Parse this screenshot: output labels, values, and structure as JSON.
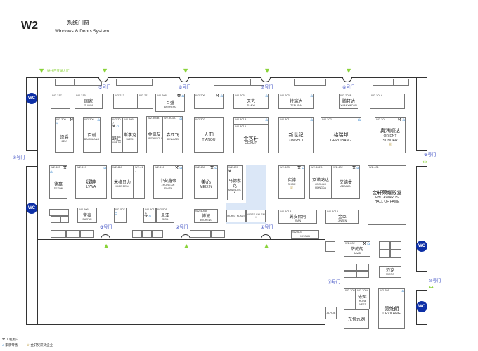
{
  "header": {
    "hall": "W2",
    "title_cn": "系统门窗",
    "title_en": "Windows & Doors System"
  },
  "entrance_note": "通往西登录大厅",
  "wc_label": "WC",
  "doors": [
    "①号门",
    "②号门",
    "③号门",
    "④号门",
    "⑤号门",
    "⑥号门",
    "⑦号门",
    "⑧号门",
    "⑨号门",
    "⑩号门",
    "⑪号门"
  ],
  "legend": [
    {
      "icon": "crane",
      "label": "工程用户"
    },
    {
      "icon": "house",
      "label": "家装零售"
    },
    {
      "icon": "trophy",
      "label": "金轩奖获奖企业"
    }
  ],
  "colors": {
    "wc": "#0d2fa6",
    "door_label": "#2b3fbf",
    "arrow": "#8ad33a",
    "highlight": "#dbe7f7",
    "house_icon": "#5a9bd5"
  },
  "booths": [
    {
      "id": "W2.217",
      "cn": "",
      "en": "",
      "icons": []
    },
    {
      "id": "W2.215",
      "cn": "固家",
      "en": "GUOYA",
      "icons": []
    },
    {
      "id": "W2.213",
      "cn": "",
      "en": "",
      "icons": []
    },
    {
      "id": "W2.211",
      "cn": "",
      "en": "",
      "icons": []
    },
    {
      "id": "W2.208",
      "cn": "百盛",
      "en": "BAISHENG",
      "icons": [
        "crane",
        "house"
      ]
    },
    {
      "id": "W2.206",
      "cn": "",
      "en": "",
      "icons": [
        "crane",
        "house"
      ]
    },
    {
      "id": "W2.205",
      "cn": "天艺",
      "en": "TIANYI",
      "icons": [
        "house"
      ]
    },
    {
      "id": "W2.203",
      "cn": "特瑞达",
      "en": "TERUIDA",
      "icons": [
        "house"
      ]
    },
    {
      "id": "W2.202B",
      "cn": "鹏轩达",
      "en": "XUANXINDAN",
      "icons": []
    },
    {
      "id": "W2.201A",
      "cn": "",
      "en": "",
      "icons": []
    },
    {
      "id": "W2.309",
      "cn": "泽爵",
      "en": "ZEYI",
      "icons": [
        "crane",
        "house"
      ]
    },
    {
      "id": "W2.306",
      "cn": "百创",
      "en": "BAICHUANG",
      "icons": [
        "house"
      ]
    },
    {
      "id": "W2.307",
      "cn": "跃佳",
      "en": "YUEJIA",
      "icons": [
        "crane",
        "house"
      ]
    },
    {
      "id": "W2.305",
      "cn": "斯李克",
      "en": "SLEEK",
      "icons": []
    },
    {
      "id": "W2.303B",
      "cn": "金凯友",
      "en": "JINZHUYOU",
      "icons": []
    },
    {
      "id": "W2.303A",
      "cn": "森亚飞",
      "en": "SENYAFEI",
      "icons": [
        "house"
      ]
    },
    {
      "id": "W2.302",
      "cn": "天曲",
      "en": "TIANQU",
      "icons": []
    },
    {
      "id": "W2.301B",
      "cn": "",
      "en": "",
      "icons": [
        "house"
      ]
    },
    {
      "id": "W2.301A",
      "cn": "金艺轩",
      "en": "GEXUP",
      "icons": []
    },
    {
      "id": "W2.301",
      "cn": "新世纪",
      "en": "XINSHIJI",
      "icons": [
        "house"
      ]
    },
    {
      "id": "W2.202",
      "cn": "格瑞邦",
      "en": "GERUIBANG",
      "icons": [
        "house"
      ]
    },
    {
      "id": "W2.201",
      "cn": "奥润顺达",
      "en": "ORIENT\nSUNDAR",
      "icons": [
        "crane",
        "house",
        "trophy"
      ]
    },
    {
      "id": "W2.420",
      "cn": "德赢",
      "en": "DEZON",
      "icons": [
        "crane",
        "house"
      ]
    },
    {
      "id": "W2.419",
      "cn": "绿娃",
      "en": "LVWA",
      "icons": [
        "house"
      ]
    },
    {
      "id": "W2.418",
      "cn": "米格贝力",
      "en": "MIGE BEILI",
      "icons": []
    },
    {
      "id": "W2.417",
      "cn": "",
      "en": "",
      "icons": []
    },
    {
      "id": "W2.416",
      "cn": "中安鑫帝",
      "en": "ZHONG AN\nSIN DI",
      "icons": [
        "crane",
        "house"
      ]
    },
    {
      "id": "W2.408",
      "cn": "美心",
      "en": "MEIXIN",
      "icons": [
        "crane",
        "house"
      ]
    },
    {
      "id": "W2.407",
      "cn": "马德家克",
      "en": "MARSDECK",
      "icons": [
        "crane"
      ]
    },
    {
      "id": "W2.403",
      "cn": "实德",
      "en": "SHIDE",
      "icons": [
        "crane",
        "house",
        "trophy"
      ]
    },
    {
      "id": "W2.402B",
      "cn": "京诺鸿达",
      "en": "JINGNUO\nHONGDA",
      "icons": []
    },
    {
      "id": "W2.402",
      "cn": "艾德曼",
      "en": "ADAMAN",
      "icons": [
        "crane",
        "house"
      ]
    },
    {
      "id": "W2.401",
      "cn": "金轩荣耀殿堂",
      "en": "FBC AWARDS\nHALL OF FAME",
      "icons": []
    },
    {
      "id": "",
      "cn": "",
      "en": "HORST KLAUS",
      "icons": []
    },
    {
      "id": "",
      "cn": "",
      "en": "WEISS CHLEMI",
      "icons": []
    },
    {
      "id": "W2.506",
      "cn": "宝泰",
      "en": "BAOTAI",
      "icons": []
    },
    {
      "id": "W2.507",
      "cn": "",
      "en": "",
      "icons": [
        "house"
      ]
    },
    {
      "id": "W2.501A",
      "cn": "",
      "en": "",
      "icons": [
        "crane",
        "house"
      ]
    },
    {
      "id": "W2.501",
      "cn": "旦亚",
      "en": "SIGA",
      "icons": []
    },
    {
      "id": "W2.405A",
      "cn": "博诚",
      "en": "BOCHENG",
      "icons": []
    },
    {
      "id": "W2.401B",
      "cn": "冀安熙阿",
      "en": "JI' AN",
      "icons": []
    },
    {
      "id": "W2.401A",
      "cn": "金臣",
      "en": "JINZEN",
      "icons": []
    },
    {
      "id": "W2.603",
      "cn": "",
      "en": "XINGAN",
      "icons": []
    },
    {
      "id": "W2.602",
      "cn": "萨威朗",
      "en": "SAVID",
      "icons": [
        "crane",
        "house"
      ]
    },
    {
      "id": "",
      "cn": "迈克",
      "en": "MICRO",
      "icons": []
    },
    {
      "id": "W2.705",
      "cn": "",
      "en": "",
      "icons": []
    },
    {
      "id": "W2.705A",
      "cn": "宏尼",
      "en": "HONE\nNEST",
      "icons": []
    },
    {
      "id": "",
      "cn": "东悦九湖",
      "en": "",
      "icons": []
    },
    {
      "id": "W2.701",
      "cn": "德维朗",
      "en": "DEVILANG",
      "icons": [
        "house"
      ]
    },
    {
      "id": "",
      "cn": "",
      "en": "ALPIDE",
      "icons": []
    }
  ]
}
